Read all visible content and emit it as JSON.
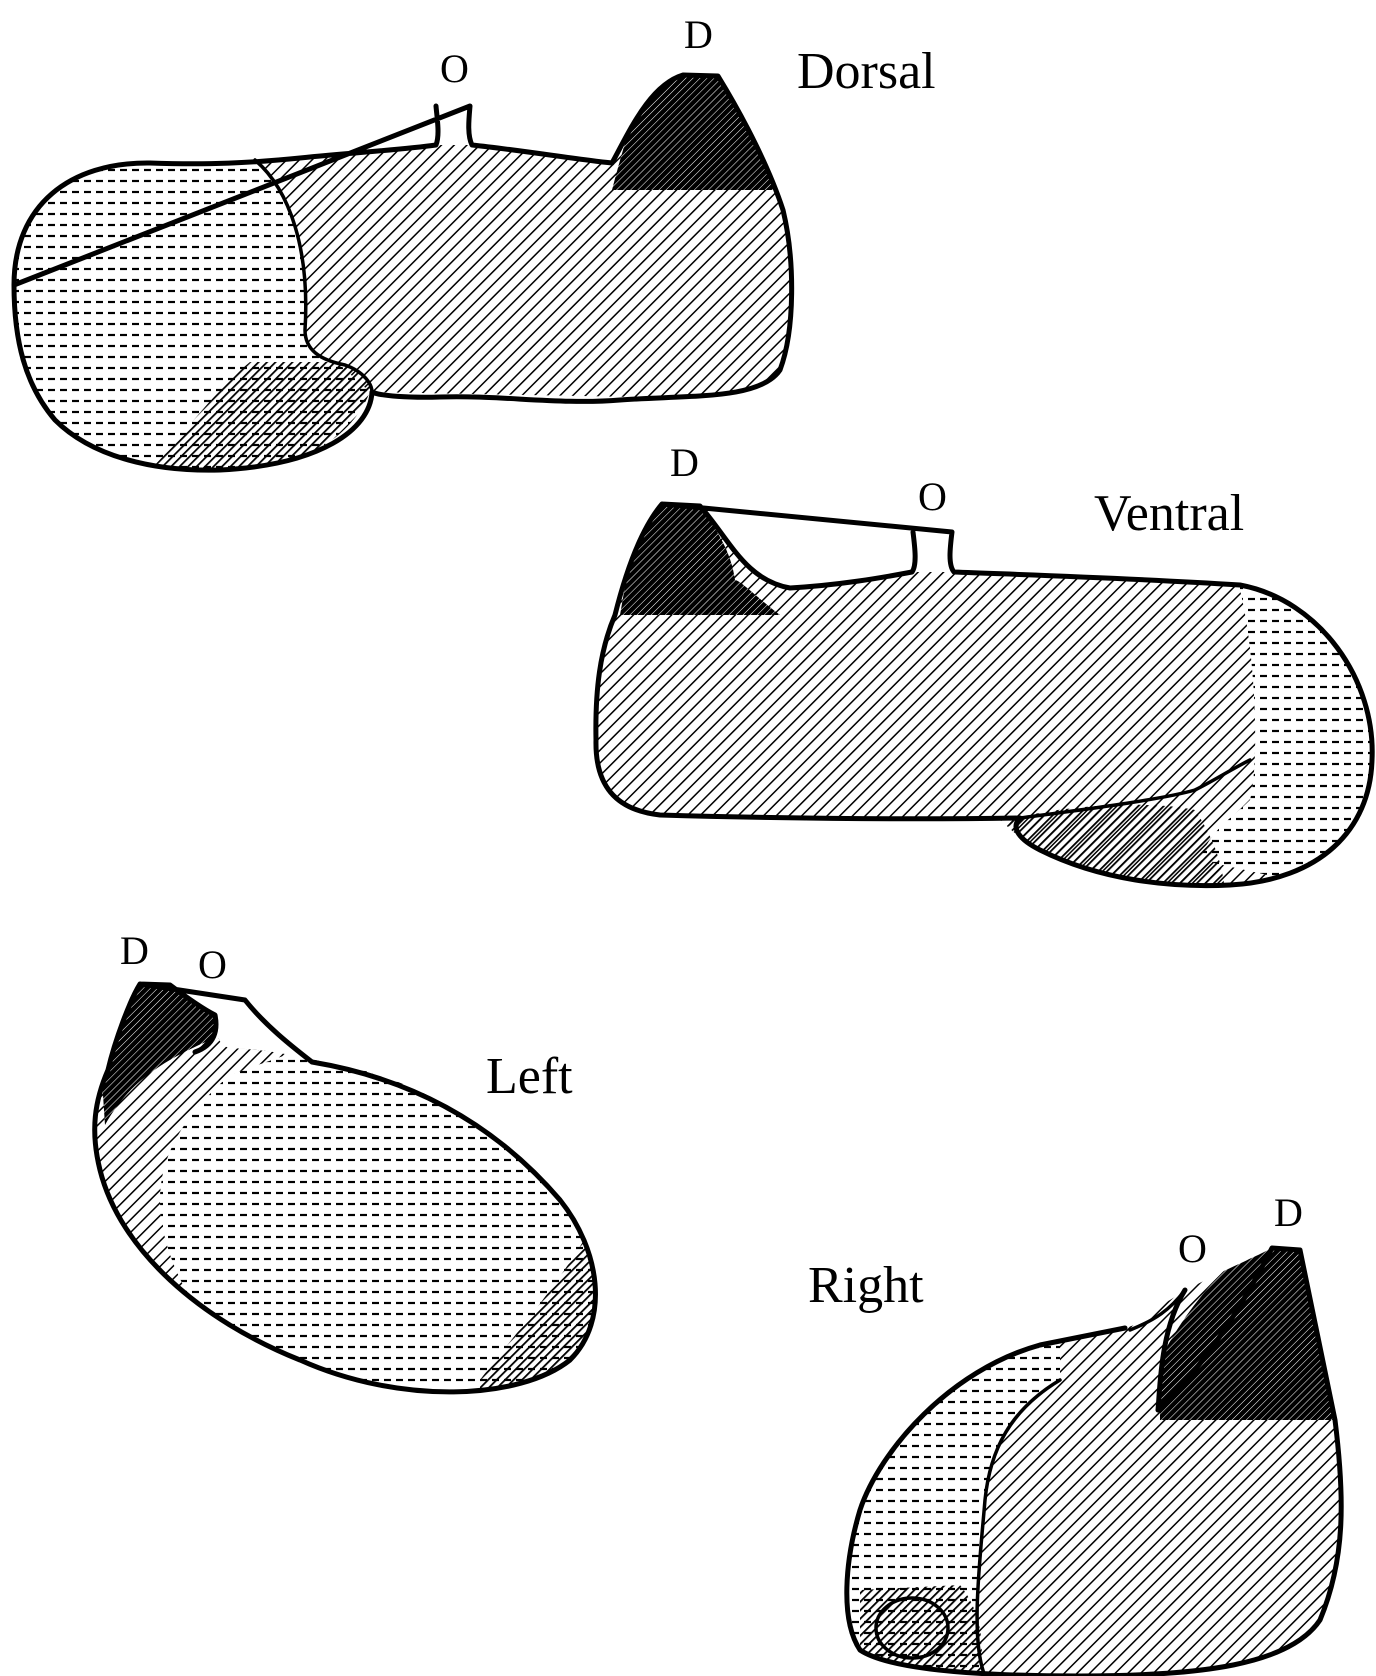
{
  "views": [
    {
      "name": "Dorsal",
      "d_label": "D",
      "o_label": "O"
    },
    {
      "name": "Ventral",
      "d_label": "D",
      "o_label": "O"
    },
    {
      "name": "Left",
      "d_label": "D",
      "o_label": "O"
    },
    {
      "name": "Right",
      "d_label": "D",
      "o_label": "O"
    }
  ],
  "colors": {
    "ink": "#000000",
    "paper": "#ffffff"
  }
}
